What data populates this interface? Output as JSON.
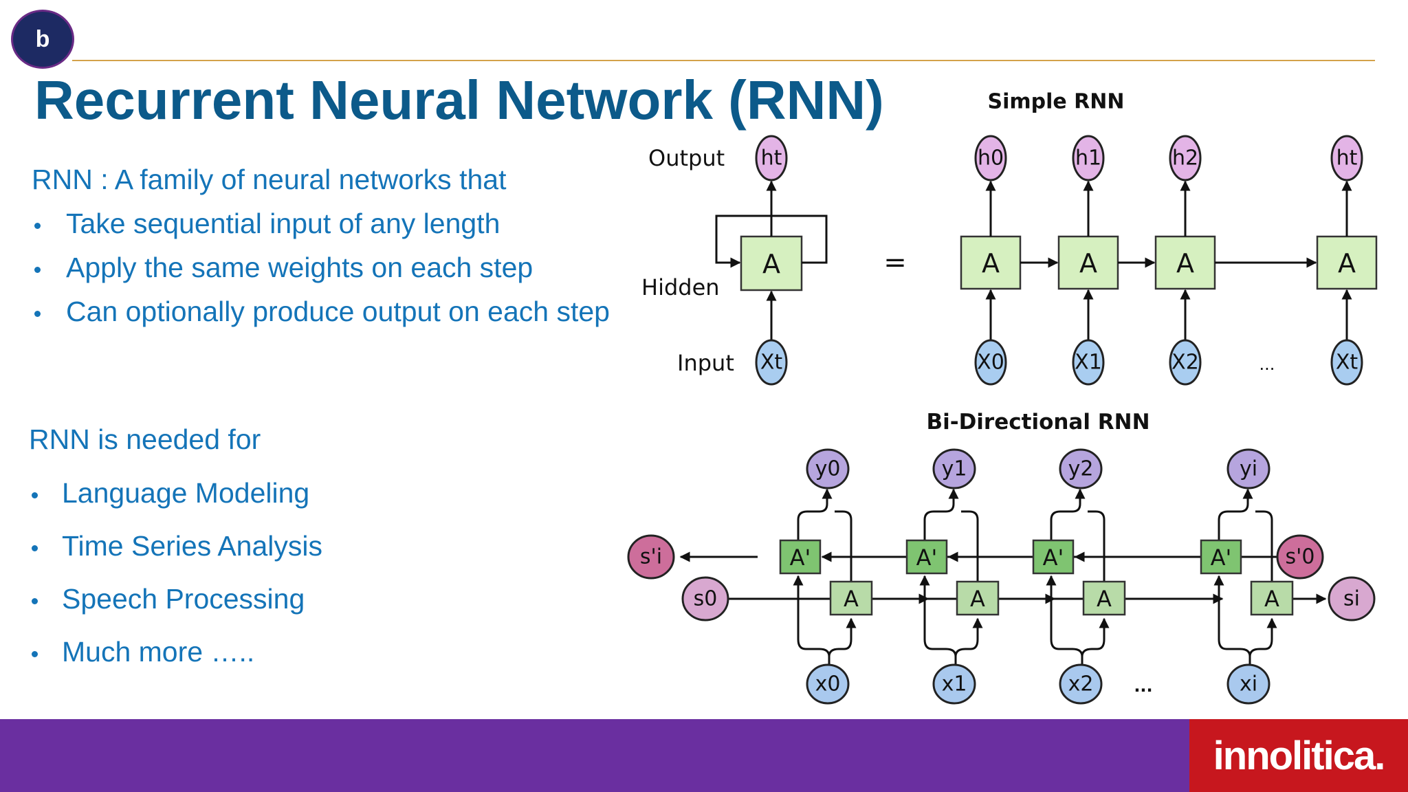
{
  "badge": "b",
  "title": "Recurrent Neural Network (RNN)",
  "intro": "RNN : A family of neural networks that",
  "bullets": [
    "Take sequential input of any length",
    "Apply the same weights on each step",
    "Can optionally produce output on each step"
  ],
  "needed_heading": "RNN is needed for",
  "needed_items": [
    "Language Modeling",
    "Time Series Analysis",
    "Speech Processing",
    "Much more ….."
  ],
  "simple": {
    "heading": "Simple RNN",
    "output_label": "Output",
    "hidden_label": "Hidden",
    "input_label": "Input",
    "cell": "A",
    "equals": "=",
    "folded_out": "ht",
    "folded_in": "Xt",
    "outs": [
      "h0",
      "h1",
      "h2",
      "ht"
    ],
    "ins": [
      "X0",
      "X1",
      "X2",
      "Xt"
    ],
    "ellipsis": "..."
  },
  "bidir": {
    "heading": "Bi-Directional RNN",
    "fwd_cell": "A",
    "bwd_cell": "A'",
    "outs": [
      "y0",
      "y1",
      "y2",
      "yi"
    ],
    "ins": [
      "x0",
      "x1",
      "x2",
      "xi"
    ],
    "s_start": "s0",
    "s_end": "si",
    "sp_start": "s'0",
    "sp_end": "s'i",
    "ellipsis": "..."
  },
  "logo": "innolitica.",
  "colors": {
    "title": "#0c5a8a",
    "text": "#1474b8",
    "footer": "#6a2fa0",
    "logo_bg": "#c7171e",
    "cell_fill": "#d6f0c0",
    "out_node": "#e3b4e6",
    "in_node": "#a9cdf0"
  }
}
